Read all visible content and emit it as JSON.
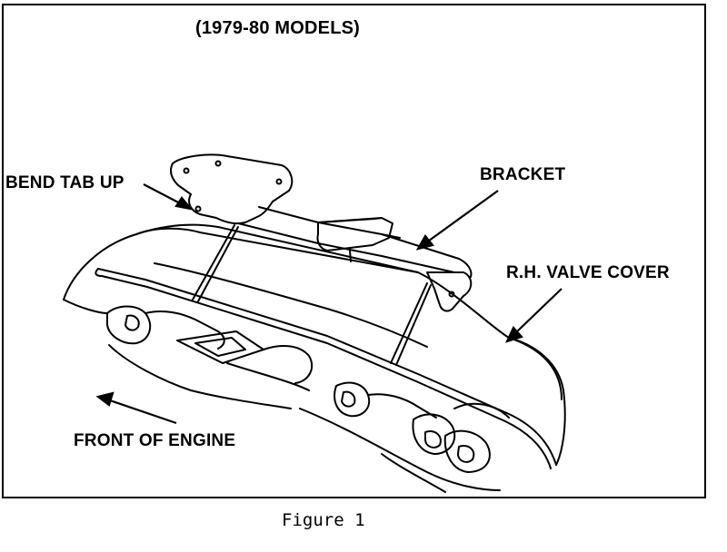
{
  "figure": {
    "title": "(1979-80 MODELS)",
    "caption": "Figure 1"
  },
  "callouts": {
    "bend_tab_up": "BEND TAB UP",
    "bracket": "BRACKET",
    "rh_valve_cover": "R.H. VALVE COVER",
    "front_of_engine": "FRONT OF ENGINE"
  },
  "colors": {
    "ink": "#000000",
    "paper": "#ffffff"
  }
}
